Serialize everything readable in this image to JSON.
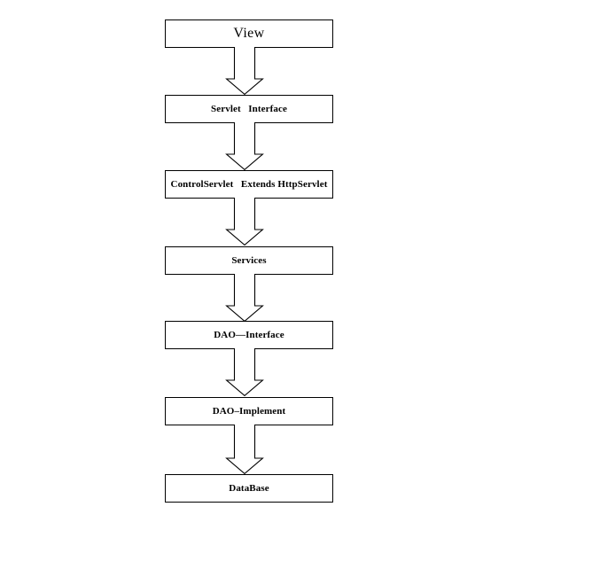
{
  "diagram": {
    "title": "View to DataBase layered architecture flow",
    "background_color": "#ffffff",
    "stroke_color": "#000000",
    "fill_color": "#ffffff",
    "nodes": [
      {
        "id": "view",
        "label": "View",
        "style": "plain"
      },
      {
        "id": "servlet-interface",
        "label": "Servlet   Interface",
        "style": "bold"
      },
      {
        "id": "control-servlet",
        "label": "ControlServlet   Extends HttpServlet",
        "style": "bold"
      },
      {
        "id": "services",
        "label": "Services",
        "style": "bold"
      },
      {
        "id": "dao-interface",
        "label": "DAO—Interface",
        "style": "bold"
      },
      {
        "id": "dao-implement",
        "label": "DAO–Implement",
        "style": "bold"
      },
      {
        "id": "database",
        "label": "DataBase",
        "style": "bold"
      }
    ],
    "connectors": [
      {
        "id": "arrow-view-to-servlet-interface",
        "icon": "block-arrow-down-icon"
      },
      {
        "id": "arrow-servlet-interface-to-control-servlet",
        "icon": "block-arrow-down-icon"
      },
      {
        "id": "arrow-control-servlet-to-services",
        "icon": "block-arrow-down-icon"
      },
      {
        "id": "arrow-services-to-dao-interface",
        "icon": "block-arrow-down-icon"
      },
      {
        "id": "arrow-dao-interface-to-dao-implement",
        "icon": "block-arrow-down-icon"
      },
      {
        "id": "arrow-dao-implement-to-database",
        "icon": "block-arrow-down-icon"
      }
    ]
  }
}
